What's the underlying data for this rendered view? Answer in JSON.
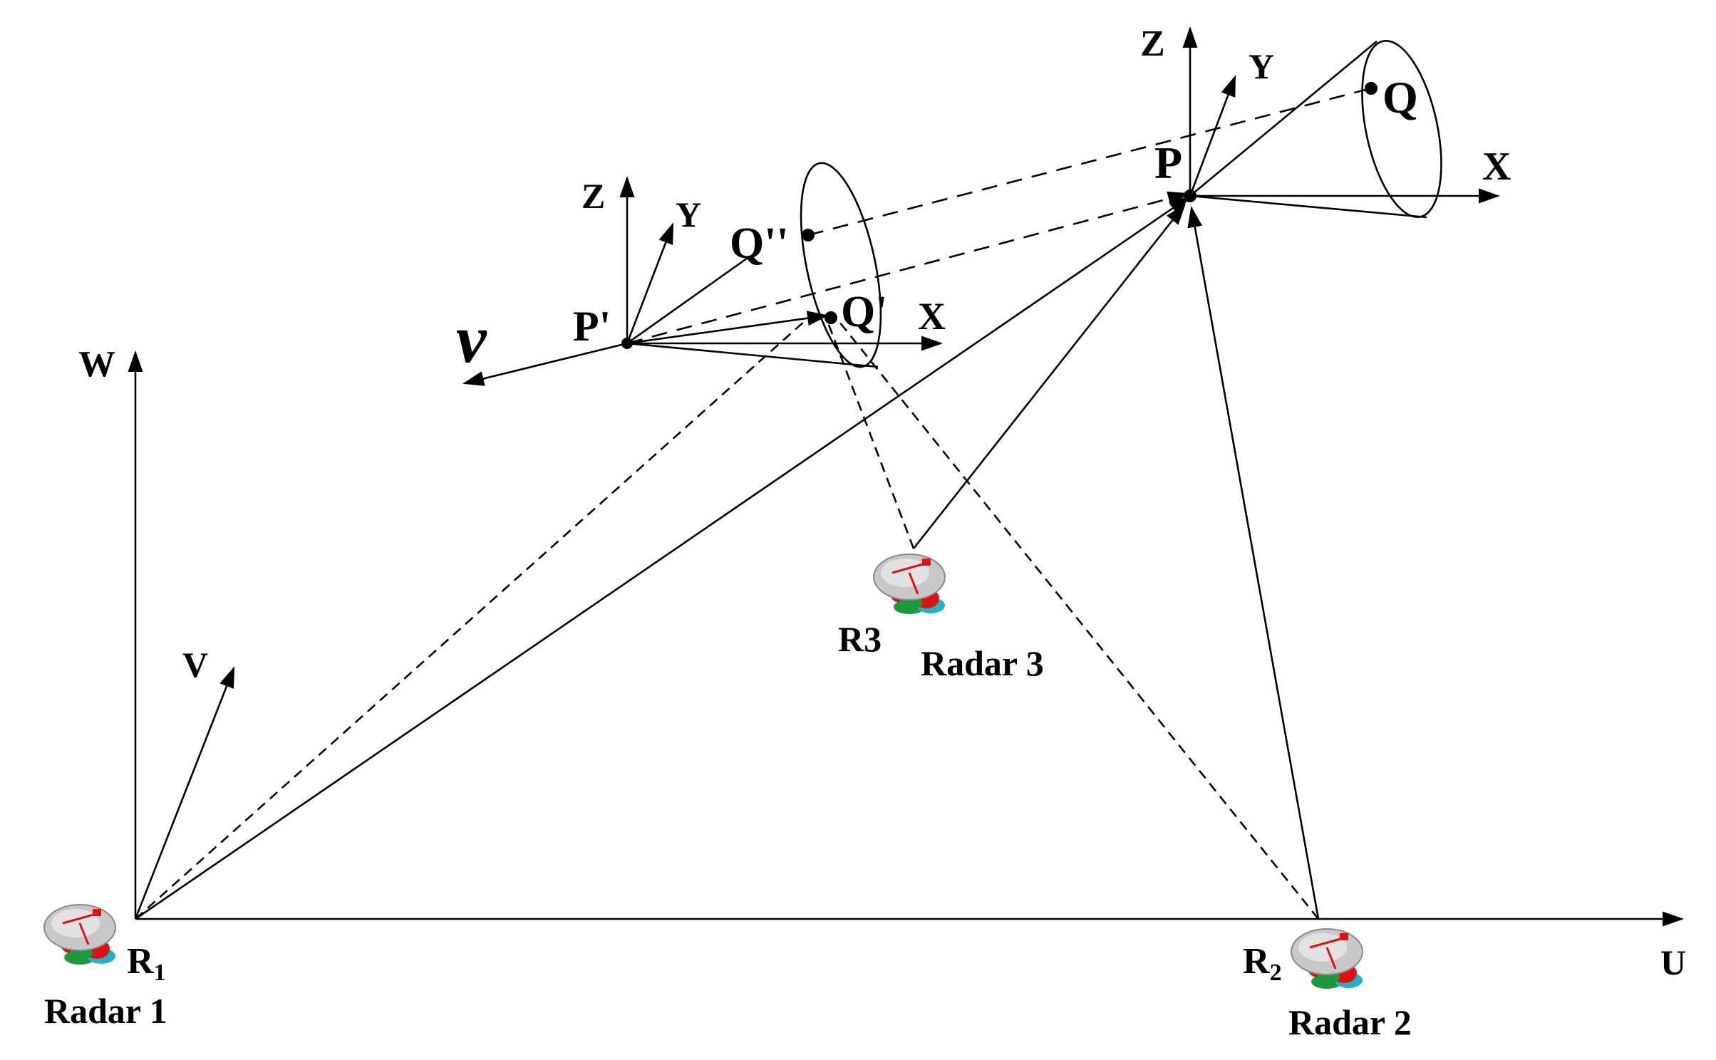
{
  "labels": {
    "axis_w": "W",
    "axis_u": "U",
    "axis_v": "V",
    "velocity": "v",
    "p_prime": "P'",
    "p": "P",
    "q": "Q",
    "q_prime": "Q'",
    "q_double_prime": "Q''",
    "x_left": "X",
    "y_left": "Y",
    "z_left": "Z",
    "x_right": "X",
    "y_right": "Y",
    "z_right": "Z",
    "r1": "R",
    "r1_sub": "1",
    "r2": "R",
    "r2_sub": "2",
    "r3": "R3",
    "radar1": "Radar 1",
    "radar2": "Radar 2",
    "radar3": "Radar 3"
  },
  "icons": [
    "radar-dish-icon",
    "radar-dish-icon",
    "radar-dish-icon"
  ],
  "colors": {
    "stroke": "#000000",
    "dish": "#c8c8c8",
    "dish_red": "#e01010",
    "base_green": "#1a9a3a",
    "base_cyan": "#22b0c8"
  }
}
